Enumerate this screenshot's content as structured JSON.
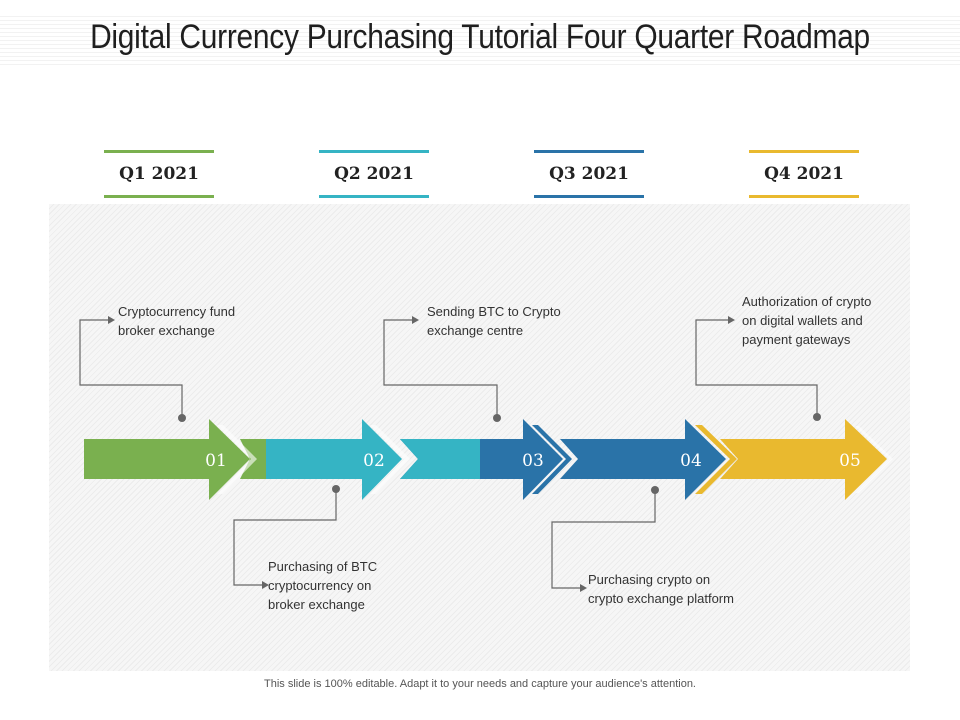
{
  "title": "Digital Currency Purchasing Tutorial Four Quarter Roadmap",
  "quarters": [
    {
      "label": "Q1 2021",
      "color": "#7ab04f"
    },
    {
      "label": "Q2 2021",
      "color": "#35b4c4"
    },
    {
      "label": "Q3 2021",
      "color": "#2a73a8"
    },
    {
      "label": "Q4 2021",
      "color": "#e9b92f"
    }
  ],
  "steps": [
    {
      "number": "01",
      "color": "#7ab04f"
    },
    {
      "number": "02",
      "color": "#35b4c4"
    },
    {
      "number": "03",
      "color": "#2a73a8"
    },
    {
      "number": "04",
      "color": "#2a73a8"
    },
    {
      "number": "05",
      "color": "#e9b92f"
    }
  ],
  "notes": {
    "top_1": [
      "Cryptocurrency  fund",
      "broker exchange"
    ],
    "top_2": [
      "Sending BTC to Crypto",
      "exchange centre"
    ],
    "top_3": [
      "Authorization  of crypto",
      "on digital wallets and",
      "payment gateways"
    ],
    "bottom_1": [
      "Purchasing of BTC",
      "cryptocurrency  on",
      "broker exchange"
    ],
    "bottom_2": [
      "Purchasing crypto  on",
      "crypto  exchange platform"
    ]
  },
  "footer": "This slide is 100% editable. Adapt it to your needs and capture your audience's attention."
}
